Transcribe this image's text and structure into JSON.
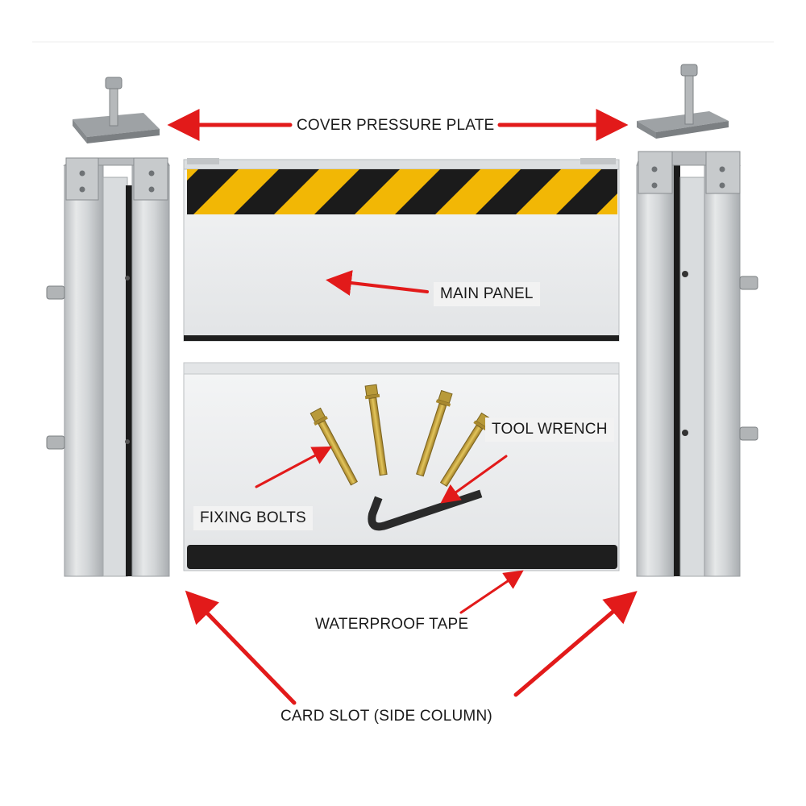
{
  "labels": {
    "cover_pressure_plate": "COVER PRESSURE PLATE",
    "main_panel": "MAIN PANEL",
    "tool_wrench": "TOOL WRENCH",
    "fixing_bolts": "FIXING BOLTS",
    "waterproof_tape": "WATERPROOF TAPE",
    "card_slot": "CARD SLOT (SIDE COLUMN)"
  },
  "colors": {
    "arrow": "#e21a1a",
    "hazard_yellow": "#f2b705",
    "hazard_black": "#1b1b1b",
    "panel_white": "#eceeef",
    "aluminum": "#c9ccce",
    "rubber": "#1e1e1e",
    "brass": "#c9a43a"
  }
}
